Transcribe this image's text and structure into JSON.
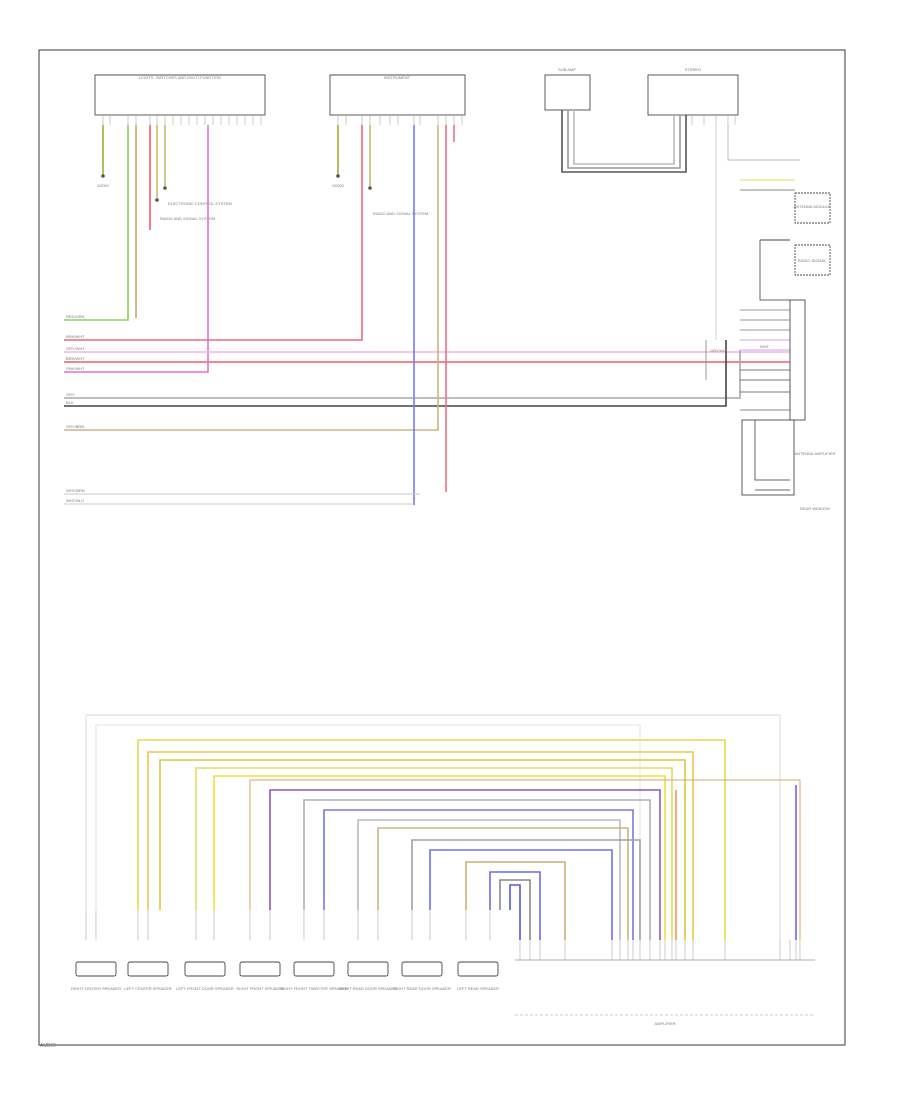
{
  "diagram": {
    "page_label": "AUDIO",
    "top_components": [
      {
        "id": "lights_control",
        "label": "LIGHTS, SWITCHES AND MULTI-FUNCTION"
      },
      {
        "id": "instrument",
        "label": "INSTRUMENT"
      },
      {
        "id": "subwoofer_amp",
        "label": "SUB AMP"
      },
      {
        "id": "radio_unit",
        "label": "STEREO"
      }
    ],
    "ground_labels": [
      "G0001",
      "G0002"
    ],
    "hidden_connector_labels": [
      "RADIO AND SIGNAL SYSTEM",
      "ELECTRONIC CONTROL SYSTEM",
      "RADIO AND SIGNAL SYSTEM"
    ],
    "right_components": [
      "ANTENNA MODULE",
      "RADIO SIGNAL",
      "ANTENNA AMPLIFIER",
      "REAR WINDOW"
    ],
    "wire_labels": [
      "RED/GRN",
      "BRN/WHT",
      "GRY/WHT",
      "BRN/WHT",
      "PNK/WHT",
      "GRY",
      "BLK",
      "GRY/BRN",
      "WHT/BRN",
      "WHT/BLU",
      "GRY/VIO",
      "WHT"
    ],
    "speakers": [
      {
        "id": "right_center",
        "label": "RIGHT CENTER SPEAKER"
      },
      {
        "id": "left_center",
        "label": "LEFT CENTER SPEAKER"
      },
      {
        "id": "left_front_door",
        "label": "LEFT FRONT DOOR SPEAKER"
      },
      {
        "id": "right_front_door",
        "label": "RIGHT FRONT SPEAKER"
      },
      {
        "id": "right_front_tweeter",
        "label": "RIGHT FRONT TWEETER SPEAKER"
      },
      {
        "id": "right_rear",
        "label": "RIGHT REAR DOOR SPEAKER"
      },
      {
        "id": "right_rear_tweeter",
        "label": "RIGHT REAR DOOR SPEAKER"
      },
      {
        "id": "left_rear",
        "label": "LEFT REAR SPEAKER"
      }
    ],
    "amplifier_label": "AMPLIFIER"
  }
}
